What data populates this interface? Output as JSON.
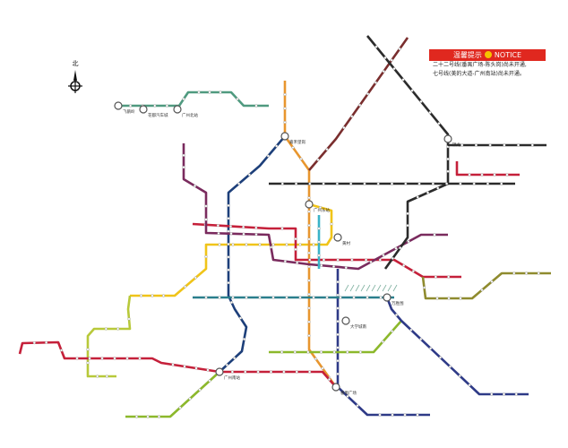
{
  "notice": {
    "title": "温馨提示",
    "title_en": "NOTICE",
    "lines": [
      "二十二号线(番禺广场-陈头岗)尚未开通,",
      "七号线(美的大道-广州南站)尚未开通。"
    ],
    "accent": "#e0281f"
  },
  "compass": {
    "label": "北",
    "icon": "compass-rose-icon"
  },
  "lines": [
    {
      "id": "line-1",
      "color": "#f0c419"
    },
    {
      "id": "line-2",
      "color": "#1d3f7a"
    },
    {
      "id": "line-3",
      "color": "#e8962e"
    },
    {
      "id": "line-4",
      "color": "#2e3a87"
    },
    {
      "id": "line-5",
      "color": "#c5203a"
    },
    {
      "id": "line-6",
      "color": "#7a2b5e"
    },
    {
      "id": "line-7",
      "color": "#8cb82b"
    },
    {
      "id": "line-8",
      "color": "#2a7f8c"
    },
    {
      "id": "line-9",
      "color": "#4f9a7f"
    },
    {
      "id": "line-13",
      "color": "#8f8b2e"
    },
    {
      "id": "line-14",
      "color": "#7a2e2e"
    },
    {
      "id": "line-21",
      "color": "#2b2b2b"
    },
    {
      "id": "guangfo",
      "color": "#b8c93a"
    },
    {
      "id": "apm",
      "color": "#3ab3c8"
    }
  ],
  "stations": [
    "嘉禾望岗",
    "广州东站",
    "广州南站",
    "番禺广场",
    "镇龙",
    "飞鹅岭",
    "花都汽车城",
    "广州北站",
    "大学城南",
    "万胜围",
    "黄村"
  ]
}
